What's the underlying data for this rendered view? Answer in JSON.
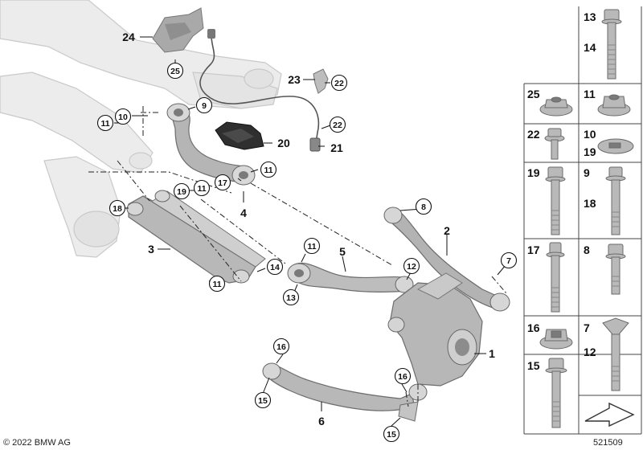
{
  "callouts_plain": [
    "24",
    "23",
    "20",
    "21",
    "4",
    "3",
    "5",
    "2",
    "1",
    "6"
  ],
  "callouts_circled": [
    "25",
    "22",
    "9",
    "10",
    "11",
    "22",
    "11",
    "17",
    "19",
    "11",
    "18",
    "8",
    "11",
    "7",
    "12",
    "11",
    "14",
    "13",
    "16",
    "16",
    "15",
    "15"
  ],
  "fastener_labels": [
    "13",
    "14",
    "25",
    "11",
    "22",
    "10",
    "19",
    "19",
    "9",
    "18",
    "17",
    "8",
    "16",
    "7",
    "12",
    "15"
  ],
  "copyright": "© 2022 BMW AG",
  "diagram_number": "521509"
}
